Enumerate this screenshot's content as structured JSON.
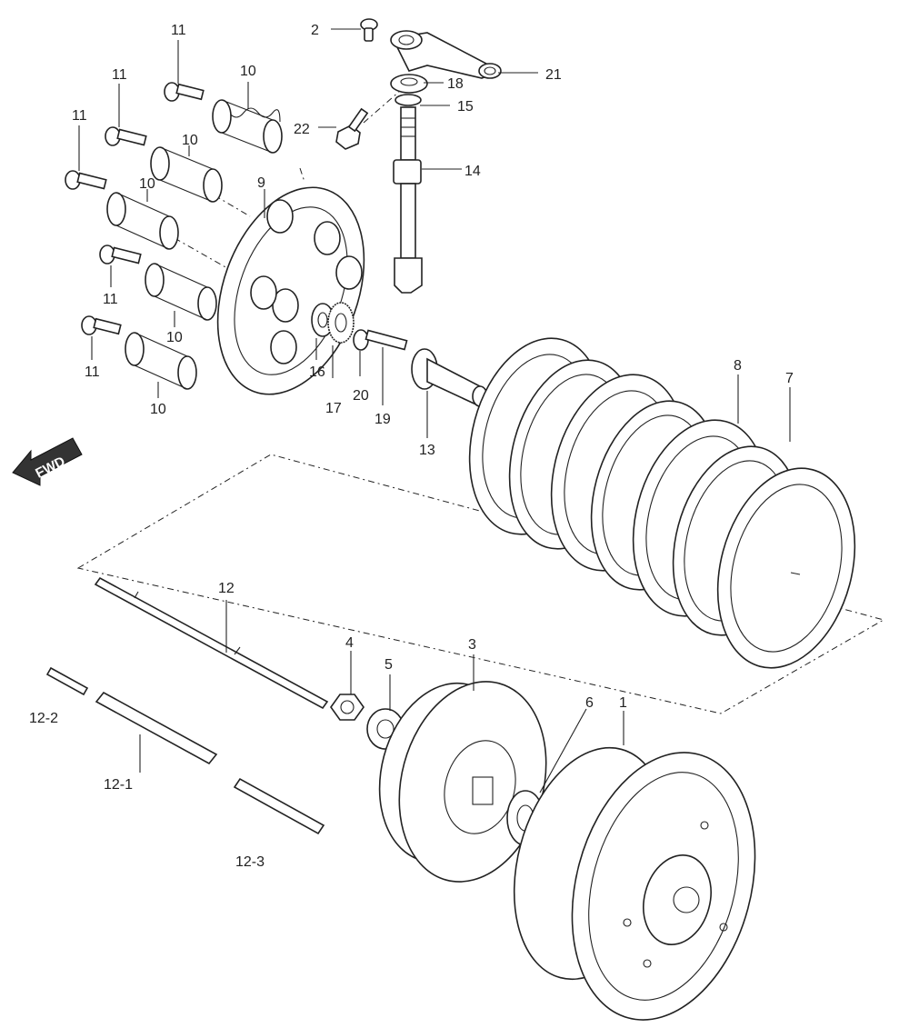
{
  "fwd_badge": "FWD",
  "labels": {
    "p1": "1",
    "p2": "2",
    "p3": "3",
    "p4": "4",
    "p5": "5",
    "p6": "6",
    "p7": "7",
    "p8": "8",
    "p9": "9",
    "p10a": "10",
    "p10b": "10",
    "p10c": "10",
    "p10d": "10",
    "p10e": "10",
    "p11a": "11",
    "p11b": "11",
    "p11c": "11",
    "p11d": "11",
    "p11e": "11",
    "p12": "12",
    "p12_1": "12-1",
    "p12_2": "12-2",
    "p12_3": "12-3",
    "p13": "13",
    "p14": "14",
    "p15": "15",
    "p16": "16",
    "p17": "17",
    "p18": "18",
    "p19": "19",
    "p20": "20",
    "p21": "21",
    "p22": "22"
  },
  "colors": {
    "line": "#222222",
    "background": "#ffffff",
    "badge": "#333333"
  }
}
